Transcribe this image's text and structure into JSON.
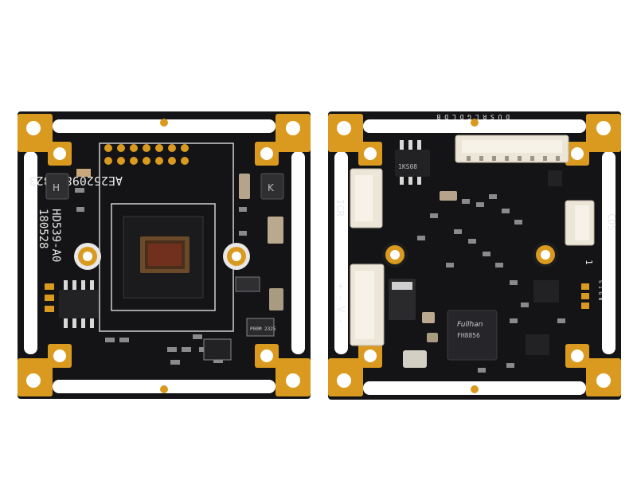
{
  "colors": {
    "background": "#ffffff",
    "pcb": "#141416",
    "pad_gold": "#d99a1f",
    "silkscreen": "#e9e9e9",
    "connector": "#ece6d8"
  },
  "left_board": {
    "top_code": "AE2520982 323",
    "model": "HD539-A0",
    "date": "180528",
    "chip_mark": "P00M 2325"
  },
  "right_board": {
    "header_pins": "D U S R L G D L D B",
    "label_icr": "ICR",
    "label_cds": "CDS",
    "label_power": "+ - V -",
    "label_one": "1",
    "side_pins": "S I G N",
    "soc_brand": "Fullhan",
    "soc_part": "FH8856",
    "chip_small": "1KS08"
  }
}
